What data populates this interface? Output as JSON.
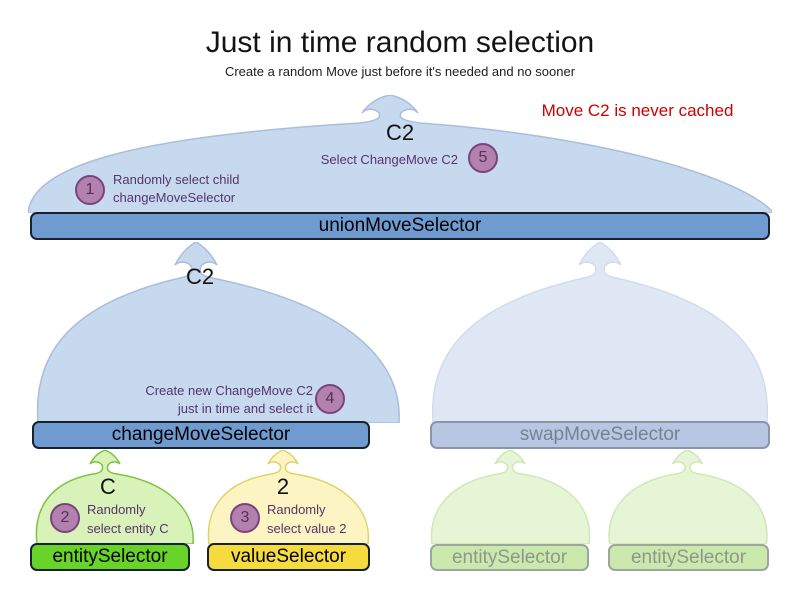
{
  "title": "Just in time random selection",
  "subtitle": "Create a random Move just before it's needed and no sooner",
  "note": {
    "text": "Move C2 is never cached",
    "color": "#cc0000"
  },
  "colors": {
    "selector_blue": "#6f9bd0",
    "selector_green": "#68d329",
    "selector_yellow": "#f6db3f",
    "dome_blue": "#c7d9ef",
    "dome_green": "#d9f2ba",
    "dome_yellow": "#fcf5c3",
    "annotation_purple": "#57336a",
    "note_red": "#cc0000"
  },
  "top_section": {
    "produced_move": "C2",
    "selector_label": "unionMoveSelector",
    "step1": {
      "num": "1",
      "line1": "Randomly select child",
      "line2": "changeMoveSelector"
    },
    "step5": {
      "num": "5",
      "line1": "Select ChangeMove C2"
    }
  },
  "middle_section": {
    "produced_move": "C2",
    "selector_label": "changeMoveSelector",
    "step4": {
      "num": "4",
      "line1": "Create new ChangeMove C2",
      "line2": "just in time and select it"
    },
    "faded_selector_label": "swapMoveSelector"
  },
  "bottom_section": {
    "entity": {
      "produced_move": "C",
      "selector_label": "entitySelector",
      "step2": {
        "num": "2",
        "line1": "Randomly",
        "line2": "select entity C"
      }
    },
    "value": {
      "produced_move": "2",
      "selector_label": "valueSelector",
      "step3": {
        "num": "3",
        "line1": "Randomly",
        "line2": "select value 2"
      }
    },
    "faded_entity_1": {
      "selector_label": "entitySelector"
    },
    "faded_entity_2": {
      "selector_label": "entitySelector"
    }
  }
}
